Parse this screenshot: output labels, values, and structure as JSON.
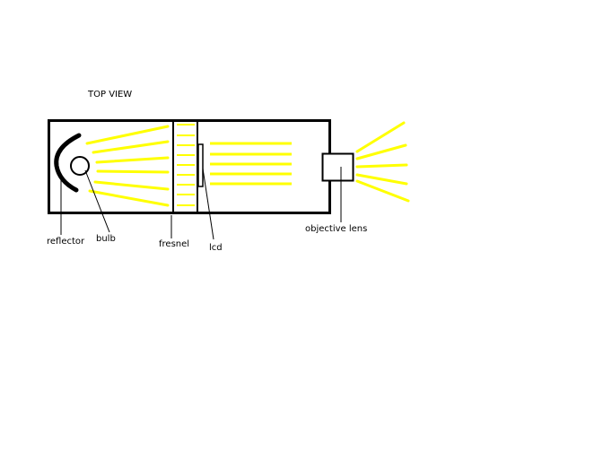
{
  "title": "TOP VIEW",
  "labels": {
    "reflector": "reflector",
    "bulb": "bulb",
    "fresnel": "fresnel",
    "lcd": "lcd",
    "objective_lens": "objective lens"
  },
  "colors": {
    "outline": "#000000",
    "light": "#ffff00",
    "background": "#ffffff"
  }
}
